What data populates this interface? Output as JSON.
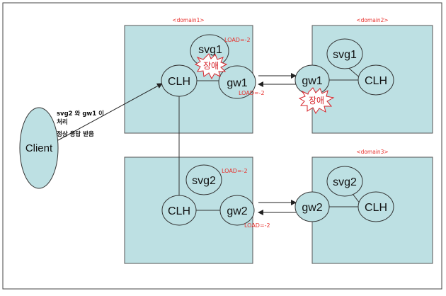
{
  "colors": {
    "domain_fill": "#bde0e3",
    "node_fill": "#bde0e3",
    "stroke": "#333333",
    "label_red": "#e8322e",
    "fault_fill": "#ffffff"
  },
  "domains": {
    "d1": "<domain1>",
    "d2": "<domain2>",
    "d3": "<domain3>"
  },
  "nodes": {
    "client": "Client",
    "d1_svg": "svg1",
    "d1_clh": "CLH",
    "d1_gw": "gw1",
    "d2_svg": "svg1",
    "d2_gw": "gw1",
    "d2_clh": "CLH",
    "d4_svg": "svg2",
    "d4_clh": "CLH",
    "d4_gw": "gw2",
    "d3_svg": "svg2",
    "d3_gw": "gw2",
    "d3_clh": "CLH"
  },
  "loads": {
    "d1_svg_load": "LOAD=-2",
    "d1_gw_load": "LOAD=-2",
    "d4_svg_load": "LOAD=-2",
    "d4_gw_load": "LOAD=-2"
  },
  "faults": {
    "d1_fault": "장애",
    "d2_fault": "장애"
  },
  "note": {
    "line1": "svg2 와 gw1 이",
    "line2": "처리",
    "line3": "정상 응답 받음"
  }
}
